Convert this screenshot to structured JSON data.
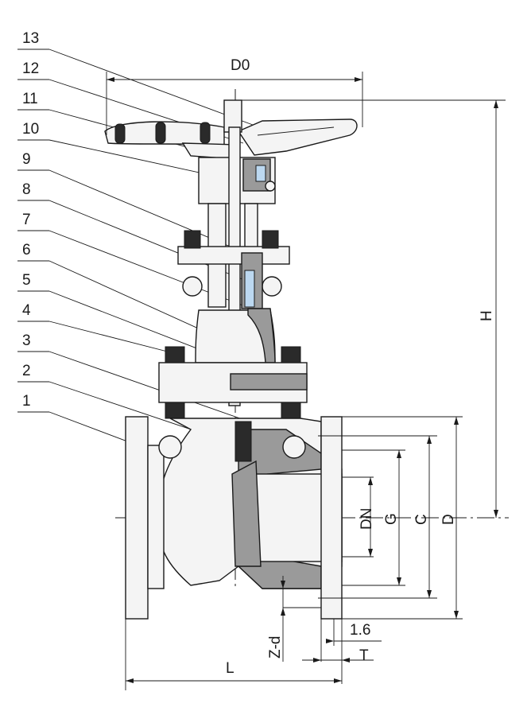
{
  "part_numbers": [
    "1",
    "2",
    "3",
    "4",
    "5",
    "6",
    "7",
    "8",
    "9",
    "10",
    "11",
    "12",
    "13"
  ],
  "dimensions": {
    "d0": "D0",
    "h": "H",
    "dn": "DN",
    "g": "G",
    "c": "C",
    "d": "D",
    "zd": "Z-d",
    "raised_face": "1.6",
    "t": "T",
    "l": "L"
  }
}
